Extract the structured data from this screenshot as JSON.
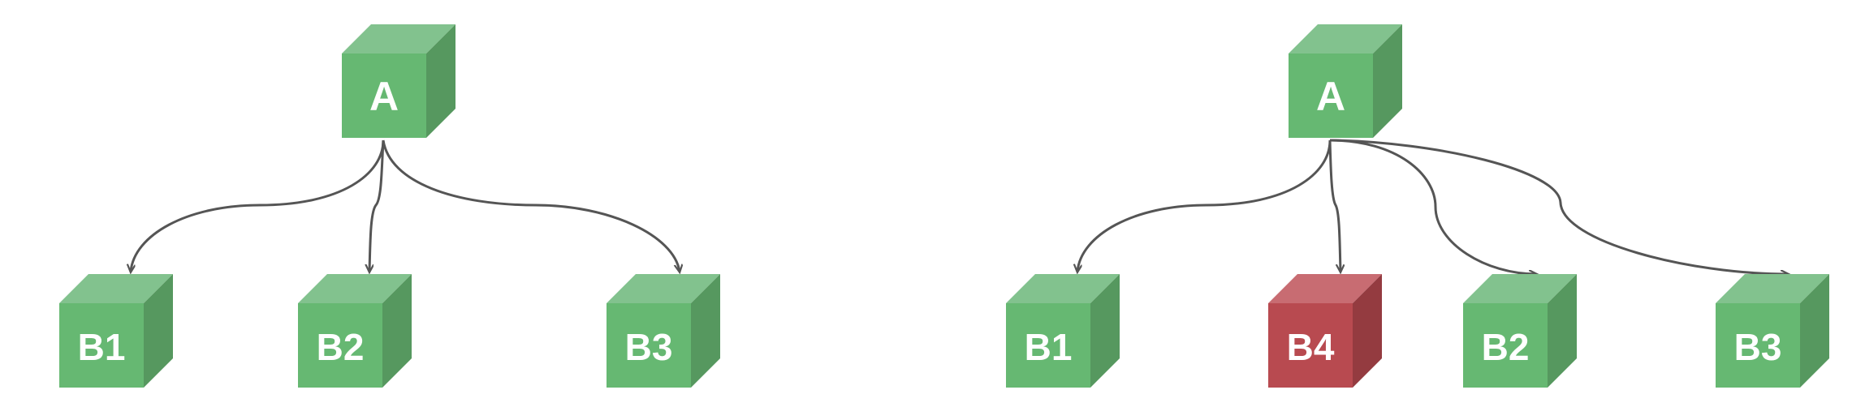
{
  "colors": {
    "green_front": "#66b872",
    "green_top": "#82c28e",
    "green_side": "#56985f",
    "red_front": "#b84a50",
    "red_top": "#c86c72",
    "red_side": "#943b40",
    "edge": "#555555"
  },
  "diagrams": [
    {
      "root": {
        "label": "A",
        "color": "green"
      },
      "children": [
        {
          "label": "B1",
          "color": "green"
        },
        {
          "label": "B2",
          "color": "green"
        },
        {
          "label": "B3",
          "color": "green"
        }
      ]
    },
    {
      "root": {
        "label": "A",
        "color": "green"
      },
      "children": [
        {
          "label": "B1",
          "color": "green"
        },
        {
          "label": "B4",
          "color": "red"
        },
        {
          "label": "B2",
          "color": "green"
        },
        {
          "label": "B3",
          "color": "green"
        }
      ]
    }
  ]
}
